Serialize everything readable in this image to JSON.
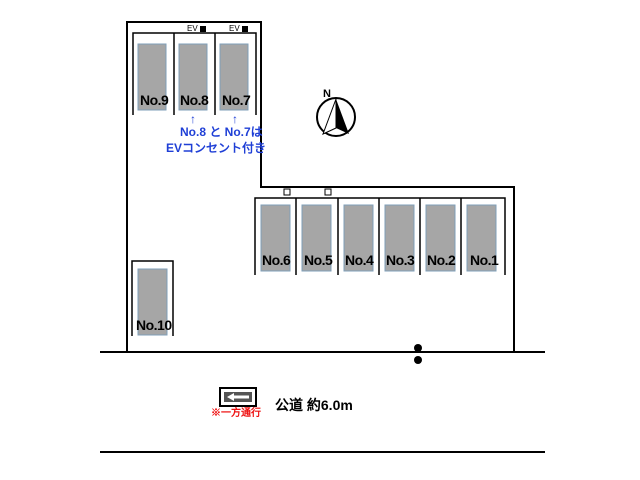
{
  "stalls": [
    {
      "id": "no9",
      "label": "No.9"
    },
    {
      "id": "no8",
      "label": "No.8"
    },
    {
      "id": "no7",
      "label": "No.7"
    },
    {
      "id": "no6",
      "label": "No.6"
    },
    {
      "id": "no5",
      "label": "No.5"
    },
    {
      "id": "no4",
      "label": "No.4"
    },
    {
      "id": "no3",
      "label": "No.3"
    },
    {
      "id": "no2",
      "label": "No.2"
    },
    {
      "id": "no1",
      "label": "No.1"
    },
    {
      "id": "no10",
      "label": "No.10"
    }
  ],
  "ev_tag": "EV",
  "ev_note": {
    "line1": "No.8 と No.7は",
    "line2": "EVコンセント付き"
  },
  "ev_arrow": "↑",
  "compass_label": "N",
  "road_label": "公道 約6.0m",
  "one_way_label": "※一方通行",
  "one_way_arrow": "←",
  "colors": {
    "stall_fill": "#a6a6a6",
    "note": "#1f3fd6",
    "one_way": "#e11111"
  }
}
